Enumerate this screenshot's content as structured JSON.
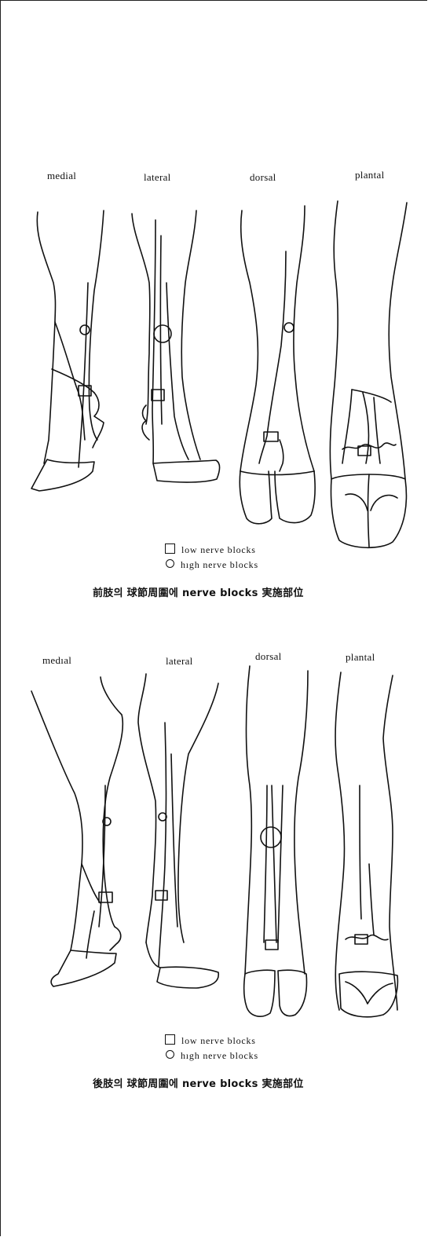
{
  "forelimb": {
    "views": {
      "medial": "medial",
      "lateral": "lateral",
      "dorsal": "dorsal",
      "plantal": "plantal"
    },
    "legend": {
      "low": "low nerve blocks",
      "high": "hıgh nerve blocks"
    },
    "caption": "前肢의 球節周圍에 nerve blocks 実施部位"
  },
  "hindlimb": {
    "views": {
      "medial": "medıal",
      "lateral": "lateral",
      "dorsal": "dorsal",
      "plantal": "plantal"
    },
    "legend": {
      "low": "low nerve blocks",
      "high": "hıgh nerve blocks"
    },
    "caption": "後肢의 球節周圍에 nerve blocks 実施部位"
  }
}
